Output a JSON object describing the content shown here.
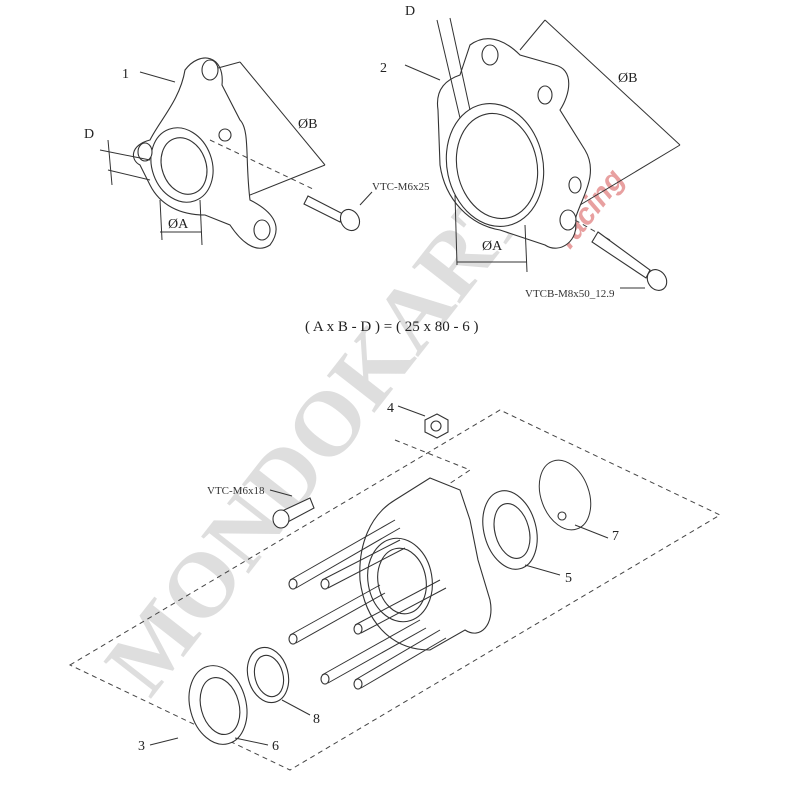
{
  "watermark": {
    "brand": "MONDOKART",
    "sub": "racing",
    "sub_color": "#e05050"
  },
  "parts": {
    "p1": {
      "number": "1",
      "dim_d": "D",
      "dim_a": "ØA",
      "dim_b": "ØB",
      "screw": "VTC-M6x25"
    },
    "p2": {
      "number": "2",
      "dim_d": "D",
      "dim_a": "ØA",
      "dim_b": "ØB",
      "screw": "VTCB-M8x50_12.9"
    },
    "p3": {
      "number": "3"
    },
    "p4": {
      "number": "4"
    },
    "p5": {
      "number": "5"
    },
    "p6": {
      "number": "6"
    },
    "p7": {
      "number": "7"
    },
    "p8": {
      "number": "8"
    },
    "hub_screw": "VTC-M6x18"
  },
  "formula": "( A x B - D ) = ( 25 x 80 - 6 )"
}
